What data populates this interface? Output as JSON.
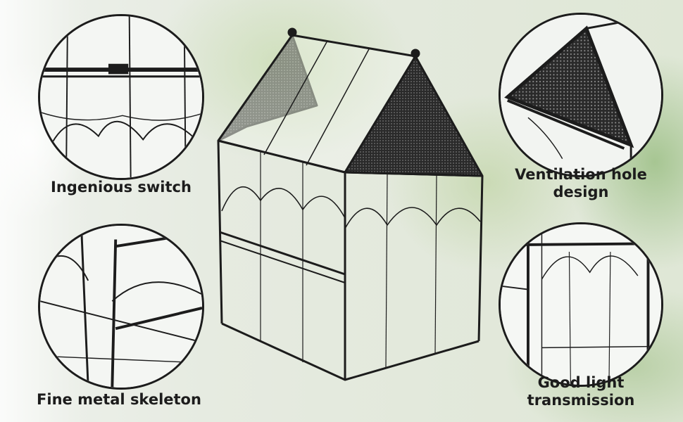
{
  "image": {
    "subject": "black metal frame glass greenhouse terrarium",
    "accent_color": "#1c1c1c",
    "background_tone": "#e3e9dc"
  },
  "features": [
    {
      "caption": "Ingenious switch"
    },
    {
      "caption": "Fine metal skeleton"
    },
    {
      "caption": "Ventilation hole design"
    },
    {
      "caption": "Good light transmission"
    }
  ]
}
